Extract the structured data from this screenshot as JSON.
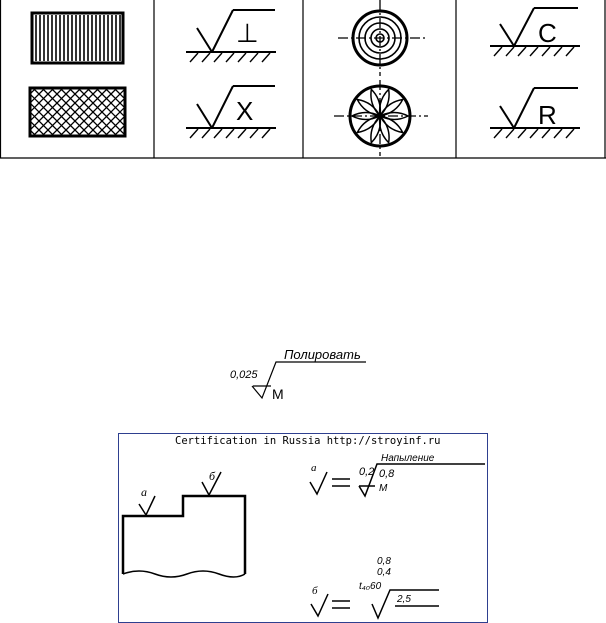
{
  "symbols_table": {
    "cells": [
      {
        "id": "parallel-lay",
        "symbol": ""
      },
      {
        "id": "perpendicular-lay",
        "symbol": "⊥"
      },
      {
        "id": "circular-lay",
        "symbol": ""
      },
      {
        "id": "circle-lay",
        "symbol": "C"
      },
      {
        "id": "crossed-lay",
        "symbol": ""
      },
      {
        "id": "cross-lay",
        "symbol": "X"
      },
      {
        "id": "radial-lay",
        "symbol": ""
      },
      {
        "id": "radial-lay-symbol",
        "symbol": "R"
      }
    ]
  },
  "polish_example": {
    "note": "Полировать",
    "roughness": "0,025",
    "lay": "M"
  },
  "scan": {
    "header": "Certification in Russia http://stroyinf.ru",
    "surface_a_label": "а",
    "surface_b_label": "б",
    "eq_a": {
      "label": "а",
      "top_value": "0,2",
      "value": "0,8",
      "lay": "M",
      "note": "Напыление"
    },
    "eq_b": {
      "label": "б",
      "values": [
        "0,8",
        "0,4"
      ],
      "sampling": "t₄₀60",
      "length": "2,5"
    }
  }
}
